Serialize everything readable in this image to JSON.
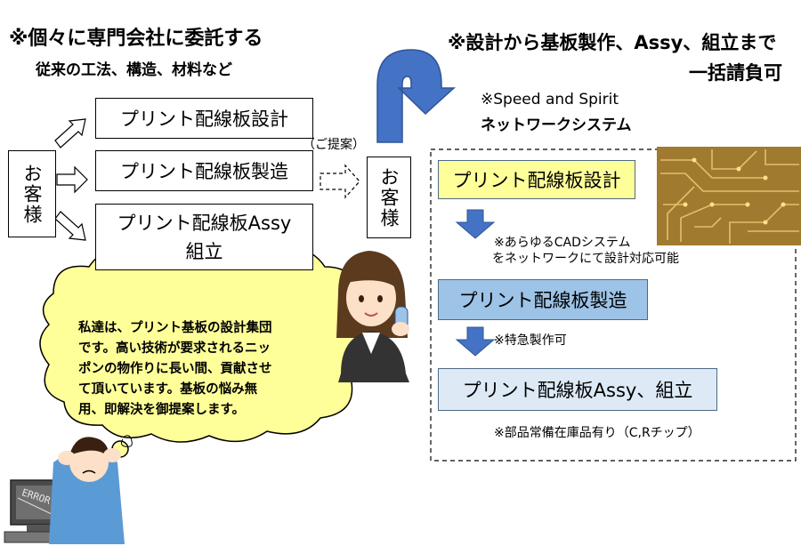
{
  "left": {
    "heading": "※個々に専門会社に委託する",
    "subheading": "従来の工法、構造、材料など",
    "customer": "お客様",
    "boxes": [
      "プリント配線板設計",
      "プリント配線板製造",
      "プリント配線板Assy"
    ],
    "box3_line2": "組立",
    "proposal": "（ご提案）"
  },
  "right": {
    "heading_line1": "※設計から基板製作、Assy、組立まで",
    "heading_line2": "一括請負可",
    "sub_line1": "※Speed and Spirit",
    "sub_line2": "ネットワークシステム",
    "customer": "お客様",
    "steps": [
      "プリント配線板設計",
      "プリント配線板製造",
      "プリント配線板Assy、組立"
    ],
    "note1_line1": "※あらゆるCADシステム",
    "note1_line2": "をネットワークにて設計対応可能",
    "note2": "※特急製作可",
    "note3": "※部品常備在庫品有り（C,Rチップ）"
  },
  "bubble": {
    "lines": [
      "私達は、プリント基板の設計集団",
      "です。高い技術が要求されるニッ",
      "ポンの物作りに長い間、貢献させ",
      "て頂いています。基板の悩み無",
      "用、即解決を御提案します。"
    ]
  },
  "error_screen": "ERROR",
  "colors": {
    "step1": "#ffff99",
    "step2": "#9dc3e6",
    "step3": "#ddeaf6",
    "arrow_blue": "#4472c4",
    "bubble": "#ffff99"
  }
}
